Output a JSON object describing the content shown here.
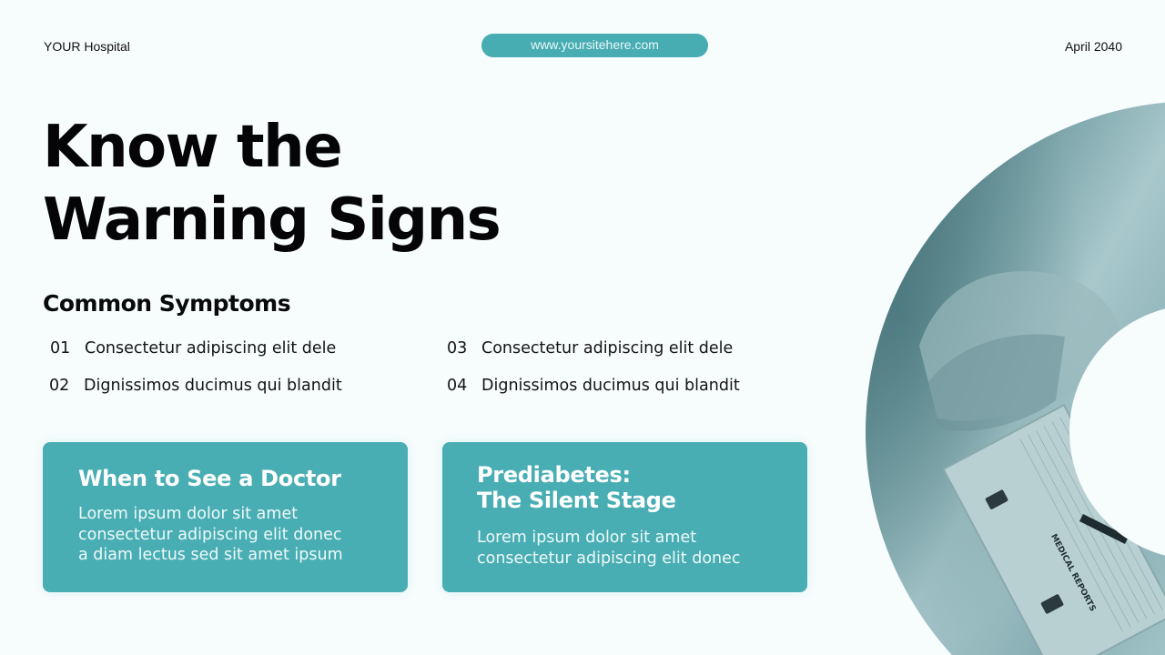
{
  "header": {
    "org_name": "YOUR Hospital",
    "website": "www.yoursitehere.com",
    "date": "April 2040"
  },
  "title": {
    "line1": "Know the",
    "line2": "Warning Signs"
  },
  "symptoms": {
    "heading": "Common Symptoms",
    "items": [
      {
        "num": "01",
        "text": "Consectetur adipiscing elit dele"
      },
      {
        "num": "02",
        "text": "Dignissimos ducimus qui blandit"
      },
      {
        "num": "03",
        "text": "Consectetur adipiscing elit dele"
      },
      {
        "num": "04",
        "text": "Dignissimos ducimus qui blandit"
      }
    ]
  },
  "cards": [
    {
      "title_lines": [
        "When to See a Doctor"
      ],
      "body_lines": [
        "Lorem ipsum dolor sit amet",
        "consectetur adipiscing elit donec",
        "a diam lectus sed sit amet ipsum"
      ]
    },
    {
      "title_lines": [
        "Prediabetes:",
        "The Silent Stage"
      ],
      "body_lines": [
        "Lorem ipsum dolor sit amet",
        "consectetur adipiscing elit donec"
      ]
    }
  ],
  "image": {
    "description": "Hands held over a clipboard with medical reports, teal tint",
    "clipboard_label": "MEDICAL REPORTS"
  },
  "colors": {
    "accent": "#49aeb4",
    "background": "#f7fcfd",
    "text": "#0b0b0d"
  }
}
